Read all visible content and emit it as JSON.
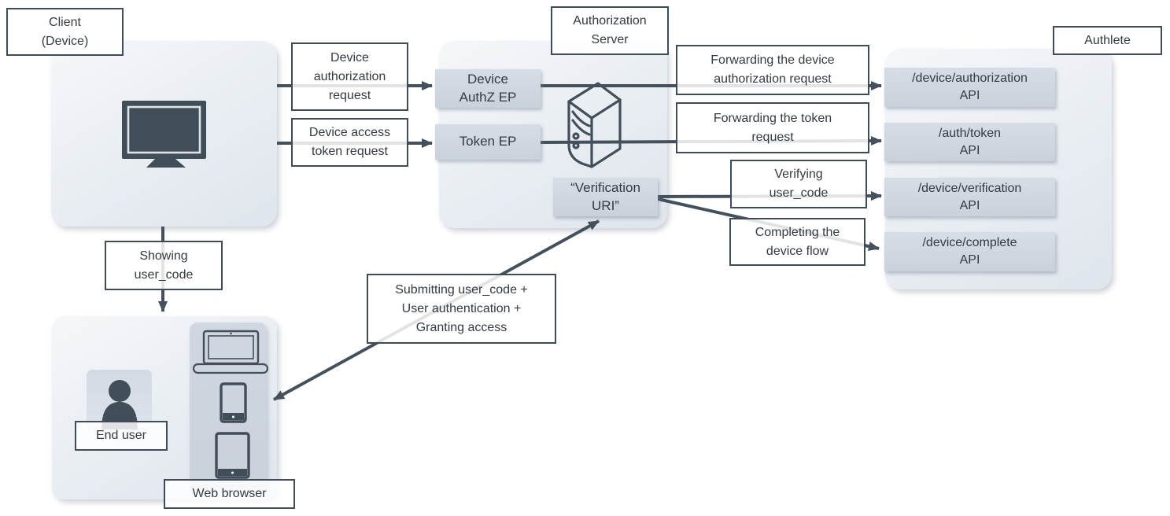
{
  "nodes": {
    "client_label": "Client\n(Device)",
    "auth_server_label": "Authorization\nServer",
    "authlete_label": "Authlete",
    "device_authz_ep": "Device\nAuthZ EP",
    "token_ep": "Token EP",
    "verification_uri": "“Verification\nURI”",
    "end_user": "End user",
    "web_browser": "Web browser"
  },
  "apis": [
    {
      "label": "/device/authorization\nAPI"
    },
    {
      "label": "/auth/token\nAPI"
    },
    {
      "label": "/device/verification\nAPI"
    },
    {
      "label": "/device/complete\nAPI"
    }
  ],
  "flow_labels": {
    "device_authorization_request": "Device\nauthorization\nrequest",
    "device_access_token_request": "Device access\ntoken request",
    "forwarding_device_authorization_request": "Forwarding the device\nauthorization request",
    "forwarding_token_request": "Forwarding the token\nrequest",
    "verifying_user_code": "Verifying\nuser_code",
    "completing_device_flow": "Completing the\ndevice flow",
    "showing_user_code": "Showing\nuser_code",
    "submitting_user_code": "Submitting user_code +\nUser authentication +\nGranting access"
  },
  "icons": {
    "client_device": "tv-icon",
    "authorization_server": "server-icon",
    "end_user": "person-icon",
    "web_browser": [
      "laptop-icon",
      "smartphone-icon",
      "tablet-icon"
    ]
  },
  "colors": {
    "background": "#ffffff",
    "arrow_line": "#44505c",
    "label_border": "#3f4b57",
    "text": "#333a42",
    "node_fill_top": "#d7dde5",
    "node_fill_bottom": "#c9d1db",
    "container_fill_top": "#f5f7fa",
    "container_fill_bottom": "#dfe5ec",
    "icon_dark": "#414d59"
  }
}
